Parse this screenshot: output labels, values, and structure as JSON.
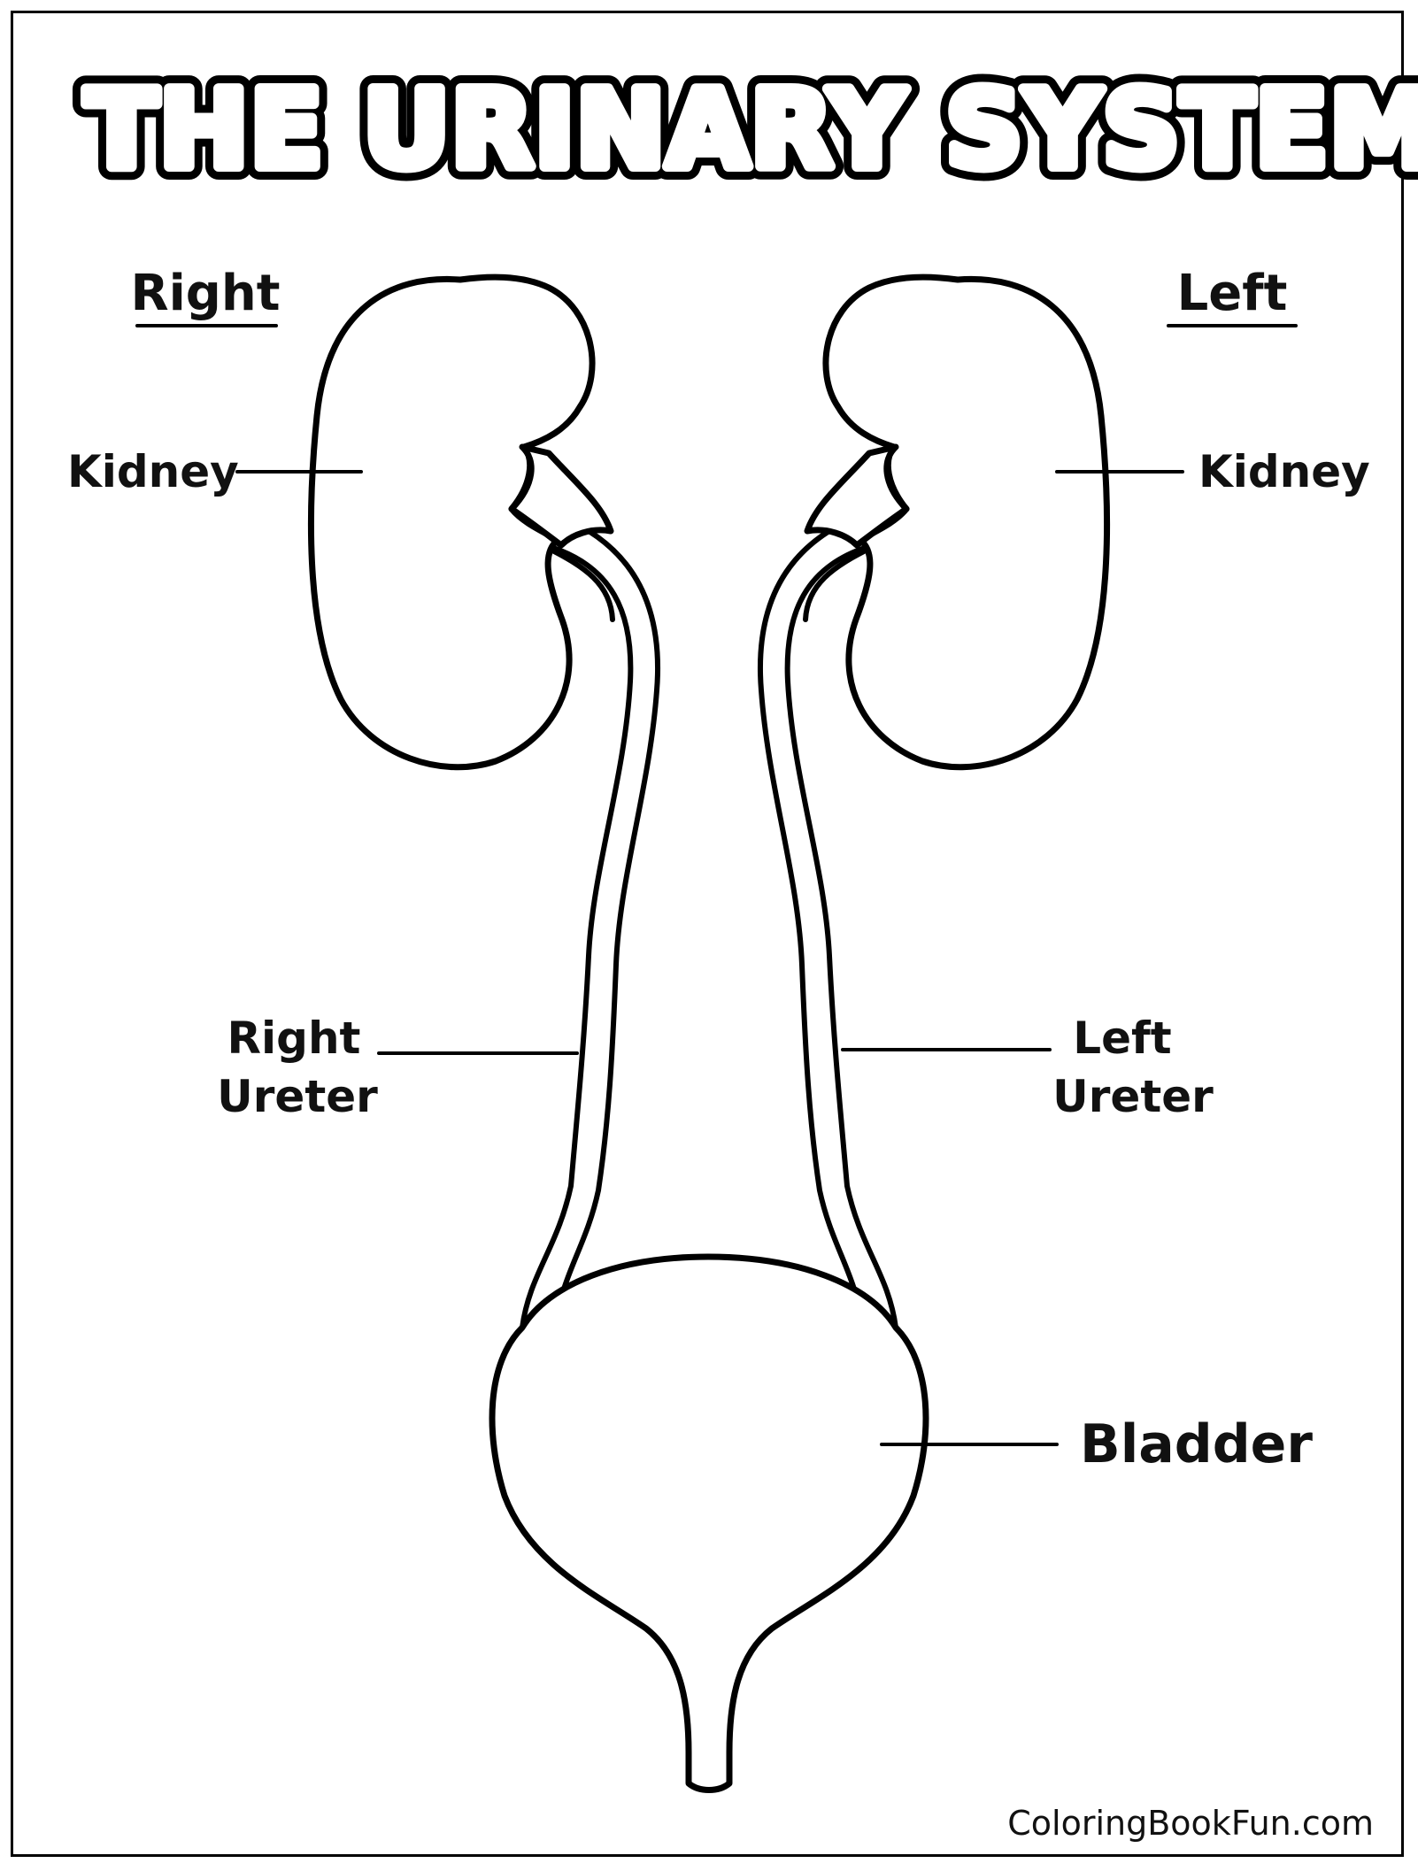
{
  "title": "THE URINARY SYSTEM",
  "side_labels": {
    "right": "Right",
    "left": "Left"
  },
  "labels": {
    "right_kidney": "Kidney",
    "left_kidney": "Kidney",
    "right_ureter_line1": "Right",
    "right_ureter_line2": "Ureter",
    "left_ureter_line1": "Left",
    "left_ureter_line2": "Ureter",
    "bladder": "Bladder"
  },
  "credit": "ColoringBookFun.com",
  "colors": {
    "line": "#000000",
    "background": "#ffffff"
  }
}
